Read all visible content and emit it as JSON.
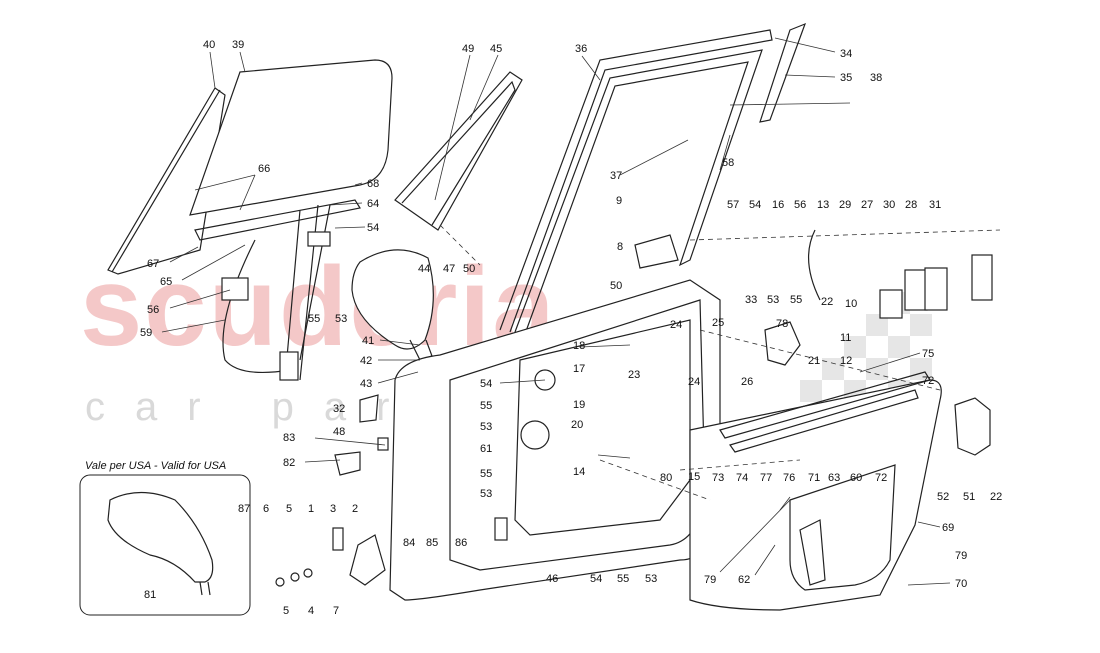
{
  "watermark": {
    "brand": "scuderia",
    "subtitle": "car parts"
  },
  "inset": {
    "title": "Vale per USA - Valid for USA",
    "part_number": "81"
  },
  "callouts": [
    "40",
    "39",
    "49",
    "45",
    "36",
    "34",
    "35",
    "38",
    "66",
    "68",
    "64",
    "54",
    "67",
    "65",
    "56",
    "59",
    "55",
    "53",
    "44",
    "47",
    "50",
    "37",
    "58",
    "9",
    "8",
    "57",
    "54",
    "16",
    "56",
    "13",
    "29",
    "27",
    "30",
    "28",
    "31",
    "41",
    "42",
    "43",
    "32",
    "48",
    "83",
    "82",
    "87",
    "6",
    "5",
    "1",
    "3",
    "2",
    "5",
    "4",
    "7",
    "84",
    "85",
    "86",
    "46",
    "54",
    "55",
    "53",
    "18",
    "17",
    "19",
    "20",
    "23",
    "24",
    "24",
    "25",
    "33",
    "55",
    "53",
    "22",
    "10",
    "11",
    "12",
    "21",
    "78",
    "26",
    "75",
    "72",
    "14",
    "15",
    "73",
    "74",
    "77",
    "76",
    "71",
    "63",
    "60",
    "72",
    "80",
    "79",
    "62",
    "52",
    "51",
    "22",
    "69",
    "79",
    "70",
    "61",
    "55",
    "53",
    "55",
    "53",
    "54",
    "50"
  ],
  "colors": {
    "watermark_red": "#f4c8c8",
    "watermark_grey": "#d9d9d9",
    "line": "#222222"
  }
}
